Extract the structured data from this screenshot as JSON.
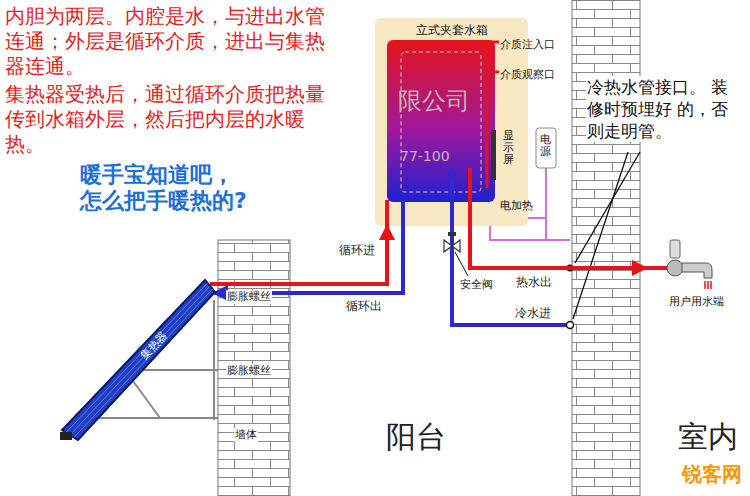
{
  "diagram": {
    "nodes": [
      {
        "text": [
          "立式夹套水箱"
        ]
      },
      {
        "text": [
          "集热器"
        ]
      },
      {
        "text": [
          "用户用水端"
        ]
      }
    ],
    "edges": [
      {
        "from": 1,
        "to": 0,
        "arrow": "to",
        "label": "循环进"
      },
      {
        "from": 0,
        "to": 1,
        "arrow": "to",
        "label": "循环出"
      },
      {
        "from": 0,
        "to": 2,
        "arrow": "to",
        "label": "热水出"
      }
    ],
    "labels": [
      "内胆为两层。内腔是水，与进出水管 连通；外层是循环介质，进出与集热 器连通。",
      "集热器受热后，通过循环介质把热量 传到水箱外层，然后把内层的水暖 热。",
      "限公司",
      "77-100",
      "暖手宝知道吧， 怎么把手暖热的?",
      "介质注入口",
      "介质观察口",
      "显示屏",
      "电源",
      "电加热",
      "冷热水管接口。 装修时预埋好 的，否则走明管。",
      "安全阀",
      "冷水进",
      "膨胀螺丝",
      "膨胀螺丝",
      "墙体",
      "阳台",
      "室内",
      "锐客网"
    ]
  }
}
